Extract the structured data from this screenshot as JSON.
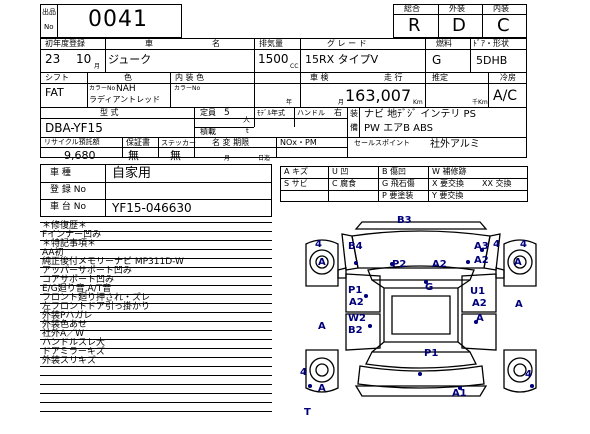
{
  "header": {
    "lot_label_top": "出品",
    "lot_label_bottom": "No",
    "lot_number": "0041",
    "grade_labels": [
      "総合",
      "外装",
      "内装"
    ],
    "grade_values": [
      "R",
      "D",
      "C"
    ]
  },
  "row1": {
    "labels": [
      "初年度登録",
      "車",
      "名",
      "排気量",
      "グ レ ー ド",
      "燃料",
      "ﾄﾞｱ・形状"
    ],
    "year": "23",
    "month": "10",
    "month_unit": "月",
    "car_name": "ジューク",
    "displacement": "1500",
    "cc_unit": "CC",
    "grade": "15RX タイプV",
    "fuel": "G",
    "door_shape": "5DHB"
  },
  "row2": {
    "labels": [
      "シフト",
      "色",
      "内 装 色",
      "車 検",
      "走 行",
      "推定",
      "冷房"
    ],
    "shift": "FAT",
    "color_no_label": "カラーNo",
    "color_no": "NAH",
    "color_name": "ラディアントレッド",
    "int_color_no_label": "カラーNo",
    "inspect_year_unit": "年",
    "inspect_month_unit": "月",
    "mileage": "163,007",
    "mileage_unit": "Km",
    "est_unit": "千Km",
    "ac": "A/C"
  },
  "row3": {
    "type_label": "型 式",
    "type": "DBA-YF15",
    "capacity_label": "定員",
    "capacity": "5",
    "capacity_unit": "人",
    "load_label": "積載",
    "load_unit": "t",
    "model_year_label": "ﾓﾃﾞﾙ年式",
    "handle_label": "ハンドル",
    "handle_value": "右",
    "equip_label_1": "装",
    "equip_label_2": "備",
    "equipment_1": "ナビ 地ﾃﾞｼﾞ インテリ PS",
    "equipment_2": "PW エアB ABS"
  },
  "row4": {
    "recycle_label": "リサイクル預託額",
    "warranty_label": "保証書",
    "sticker_label": "ステッカー",
    "change_label": "名 変 期限",
    "nox_label": "NOx・PM",
    "sales_point_label": "セールスポイント",
    "recycle": "9,680",
    "warranty": "無",
    "sticker": "無",
    "change_month_unit": "月",
    "change_day_unit": "日迄",
    "sales_point": "社外アルミ"
  },
  "registration": {
    "usage_label": "車 種",
    "usage": "自家用",
    "reg_label": "登 録 No",
    "chassis_label": "車 台 No",
    "chassis": "YF15-046630"
  },
  "legend": [
    [
      "A キズ",
      "U 凹",
      "B 傷凹",
      "W 補修跡"
    ],
    [
      "S サビ",
      "C 腐食",
      "G 飛石傷",
      "X 要交換",
      "XX 交換"
    ],
    [
      "",
      "",
      "P 要塗装",
      "Y 要交換"
    ]
  ],
  "notes": [
    "＊修復歴＊",
    "Fインナー凹み",
    "＊特記事項＊",
    "AA初",
    "純正後付メモリーナビ MP311D-W",
    "アッパーサポート凹み",
    "コアサポート凹み",
    "E/G廻り音,A/T音",
    "フロント廻り押され・ズレ",
    "左フロントドア引っ掛かり",
    "外装Pハガレ",
    "外装色あせ",
    "社外A／W",
    "ハンドルスレ大",
    "ドアミラーキズ",
    "外装スリキズ"
  ],
  "damage_marks": {
    "b3": "B3",
    "lf_num": "4",
    "lf_b4": "B4",
    "lf_a": "A",
    "lf_p2": "P2",
    "lf_a2": "A2",
    "rf_num": "4",
    "rf_a3": "A3",
    "rf_num2": "4",
    "rf_a2": "A2",
    "rf_a": "A",
    "p1_left": "P1",
    "a2_left": "A2",
    "w2": "W2",
    "b2": "B2",
    "a_lr": "A",
    "g": "G",
    "u1": "U1",
    "a2_right": "A2",
    "a_right": "A",
    "a_rr": "A",
    "p1_bottom": "P1",
    "num_rear_l": "4",
    "a_rear_l": "A",
    "num_rear_r": "4",
    "a1": "A1",
    "t": "T"
  }
}
